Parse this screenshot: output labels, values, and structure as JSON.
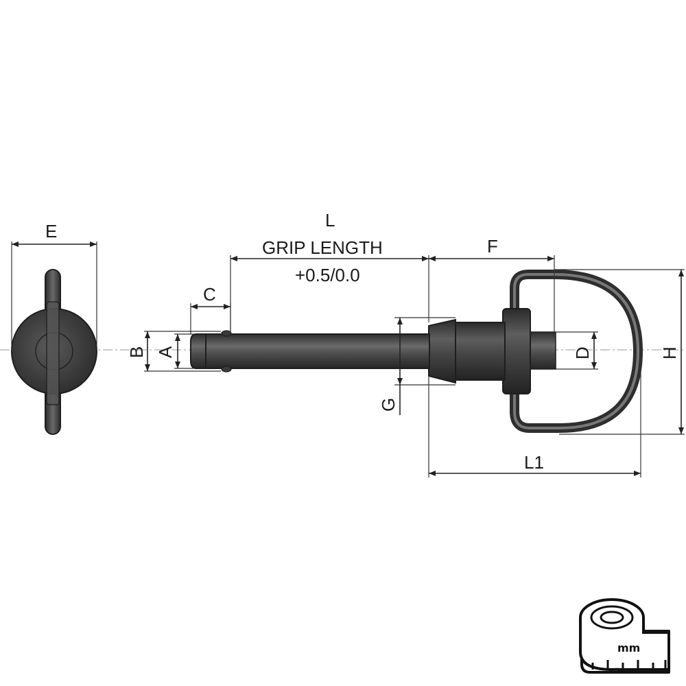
{
  "diagram": {
    "dimension_labels": {
      "e": "E",
      "l": "L",
      "grip_length": "GRIP LENGTH",
      "tolerance": "+0.5/0.0",
      "f": "F",
      "c": "C",
      "b": "B",
      "a": "A",
      "d": "D",
      "h": "H",
      "g": "G",
      "l1": "L1"
    },
    "unit_badge": {
      "icon": "tape-measure-icon",
      "text": "mm"
    },
    "colors": {
      "metal_dark": "#3a3a3a",
      "metal_mid": "#5a5a5a",
      "metal_light": "#8a8a8a",
      "line": "#222222"
    }
  }
}
